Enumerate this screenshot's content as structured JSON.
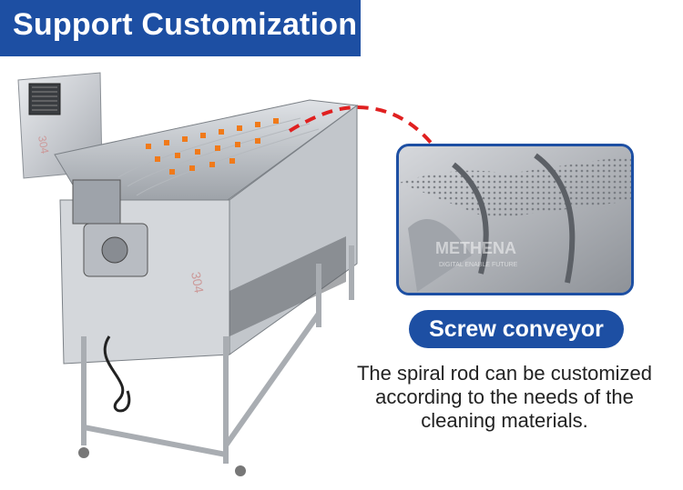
{
  "banner": {
    "title": "Support Customization",
    "color": "#1d4fa3"
  },
  "machine": {
    "label_304_a": "304",
    "label_304_b": "304"
  },
  "inset": {
    "watermark": "METHENA",
    "watermark_sub": "DIGITAL ENABLE FUTURE"
  },
  "feature": {
    "title": "Screw conveyor",
    "description": [
      "The spiral rod can be customized",
      "according to the needs of the",
      "cleaning materials."
    ]
  },
  "colors": {
    "accent": "#1d4fa3",
    "callout_line": "#e02020",
    "nozzle": "#f07a1a"
  }
}
